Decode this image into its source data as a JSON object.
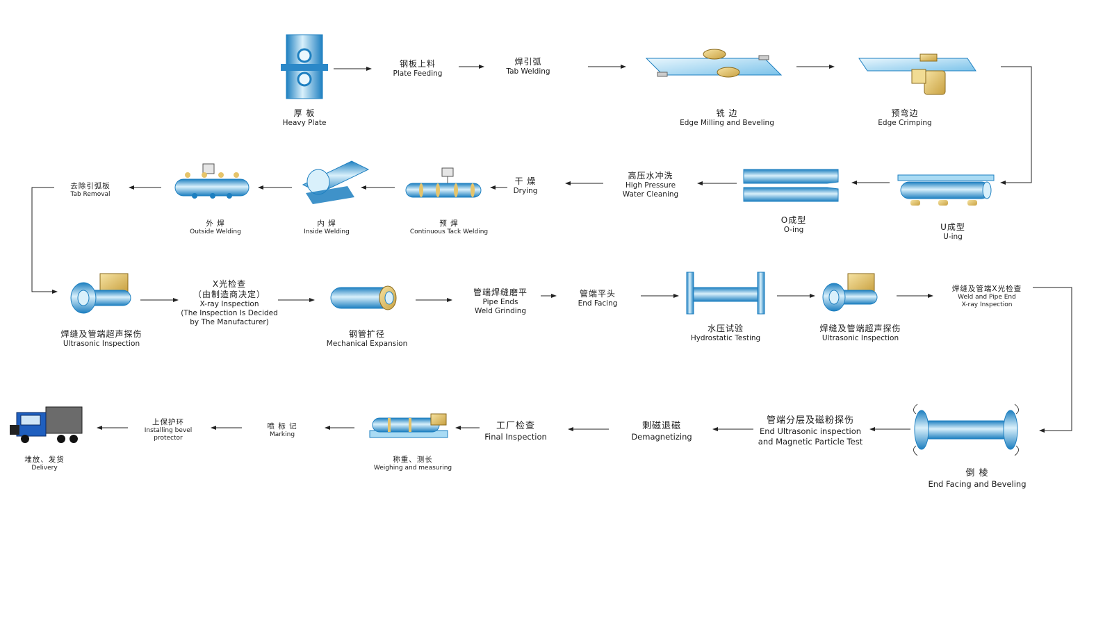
{
  "colors": {
    "pipe_dark": "#1d7fc0",
    "pipe_light": "#d9f0fb",
    "machine_gold": "#e6c46a",
    "connector": "#222222"
  },
  "steps": {
    "heavy_plate": {
      "zh": "厚 板",
      "en": "Heavy Plate"
    },
    "plate_feeding": {
      "zh": "钢板上料",
      "en": "Plate Feeding"
    },
    "tab_welding": {
      "zh": "焊引弧",
      "en": "Tab Welding"
    },
    "edge_milling": {
      "zh": "铣 边",
      "en": "Edge Milling and Beveling"
    },
    "edge_crimping": {
      "zh": "预弯边",
      "en": "Edge Crimping"
    },
    "u_ing": {
      "zh": "U成型",
      "en": "U-ing"
    },
    "o_ing": {
      "zh": "O成型",
      "en": "O-ing"
    },
    "water_cleaning": {
      "zh": "高压水冲洗",
      "en1": "High Pressure",
      "en2": "Water Cleaning"
    },
    "drying": {
      "zh": "干 燥",
      "en": "Drying"
    },
    "tack_welding": {
      "zh": "预 焊",
      "en": "Continuous Tack Welding"
    },
    "inside_welding": {
      "zh": "内 焊",
      "en": "Inside Welding"
    },
    "outside_welding": {
      "zh": "外 焊",
      "en": "Outside Welding"
    },
    "tab_removal": {
      "zh": "去除引弧板",
      "en": "Tab Removal"
    },
    "ultrasonic_1": {
      "zh": "焊缝及管端超声探伤",
      "en": "Ultrasonic Inspection"
    },
    "xray_1": {
      "zh1": "X光检查",
      "zh2": "（由制造商决定）",
      "en1": "X-ray Inspection",
      "en2": "(The Inspection Is Decided",
      "en3": "by The Manufacturer)"
    },
    "expansion": {
      "zh": "钢管扩径",
      "en": "Mechanical Expansion"
    },
    "weld_grinding": {
      "zh": "管端焊缝磨平",
      "en1": "Pipe Ends",
      "en2": "Weld Grinding"
    },
    "end_facing": {
      "zh": "管端平头",
      "en": "End Facing"
    },
    "hydrostatic": {
      "zh": "水压试验",
      "en": "Hydrostatic Testing"
    },
    "ultrasonic_2": {
      "zh": "焊缝及管端超声探伤",
      "en": "Ultrasonic Inspection"
    },
    "xray_2": {
      "zh": "焊缝及管端X光检查",
      "en1": "Weld and Pipe End",
      "en2": "X-ray Inspection"
    },
    "beveling": {
      "zh": "倒 棱",
      "en": "End Facing and Beveling"
    },
    "end_ut_mpt": {
      "zh": "管端分层及磁粉探伤",
      "en1": "End Ultrasonic inspection",
      "en2": "and Magnetic Particle Test"
    },
    "demagnetizing": {
      "zh": "剩磁退磁",
      "en": "Demagnetizing"
    },
    "final_inspection": {
      "zh": "工厂检查",
      "en": "Final Inspection"
    },
    "weighing": {
      "zh": "称重、测长",
      "en": "Weighing and measuring"
    },
    "marking": {
      "zh": "喷 标 记",
      "en": "Marking"
    },
    "bevel_protector": {
      "zh": "上保护环",
      "en1": "Installing bevel",
      "en2": "protector"
    },
    "delivery": {
      "zh": "堆放、发货",
      "en": "Delivery"
    }
  }
}
